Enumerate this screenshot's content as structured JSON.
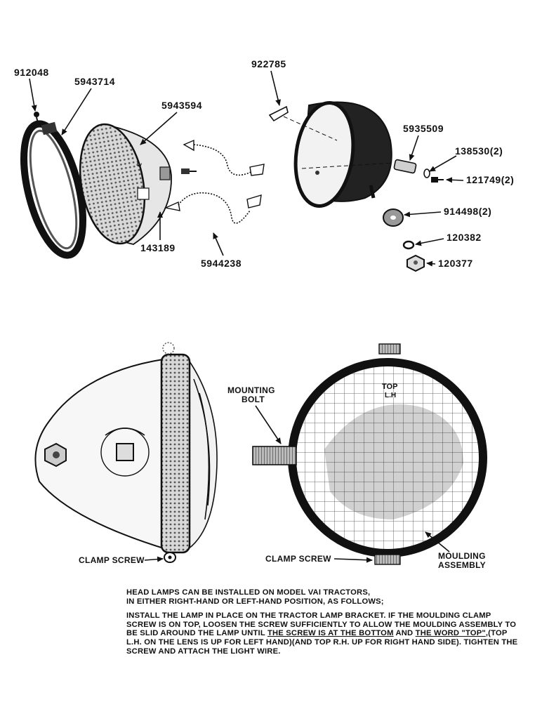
{
  "exploded_view": {
    "parts": {
      "p912048": "912048",
      "p5943714": "5943714",
      "p5943594": "5943594",
      "p922785": "922785",
      "p5935509": "5935509",
      "p138530": "138530(2)",
      "p121749": "121749(2)",
      "p914498": "914498(2)",
      "p120382": "120382",
      "p120377": "120377",
      "p143189": "143189",
      "p5944238": "5944238"
    }
  },
  "assembly_view": {
    "mounting_bolt_line1": "MOUNTING",
    "mounting_bolt_line2": "BOLT",
    "clamp_screw_left": "CLAMP SCREW",
    "clamp_screw_right": "CLAMP SCREW",
    "moulding_line1": "MOULDING",
    "moulding_line2": "ASSEMBLY",
    "lens_top_text_1": "TOP",
    "lens_top_text_2": "L.H"
  },
  "instructions": {
    "para1_line1": "HEAD LAMPS CAN BE INSTALLED ON MODEL  VAI TRACTORS,",
    "para1_line2": "IN EITHER RIGHT-HAND OR LEFT-HAND POSITION, AS FOLLOWS;",
    "para2_a": "INSTALL THE LAMP IN PLACE ON THE TRACTOR LAMP BRACKET.  IF THE MOULDING CLAMP SCREW IS ON TOP, LOOSEN THE SCREW SUFFICIENTLY TO ALLOW THE MOULDING ASSEMBLY TO BE SLID AROUND THE LAMP UNTIL ",
    "para2_u1": "THE SCREW IS AT THE BOTTOM",
    "para2_b": " AND ",
    "para2_u2": "THE WORD \"TOP\"",
    "para2_c": ",(TOP L.H. ON THE LENS IS UP FOR LEFT HAND)(AND TOP R.H. UP FOR RIGHT HAND SIDE). TIGHTEN THE SCREW AND ATTACH THE LIGHT WIRE."
  }
}
